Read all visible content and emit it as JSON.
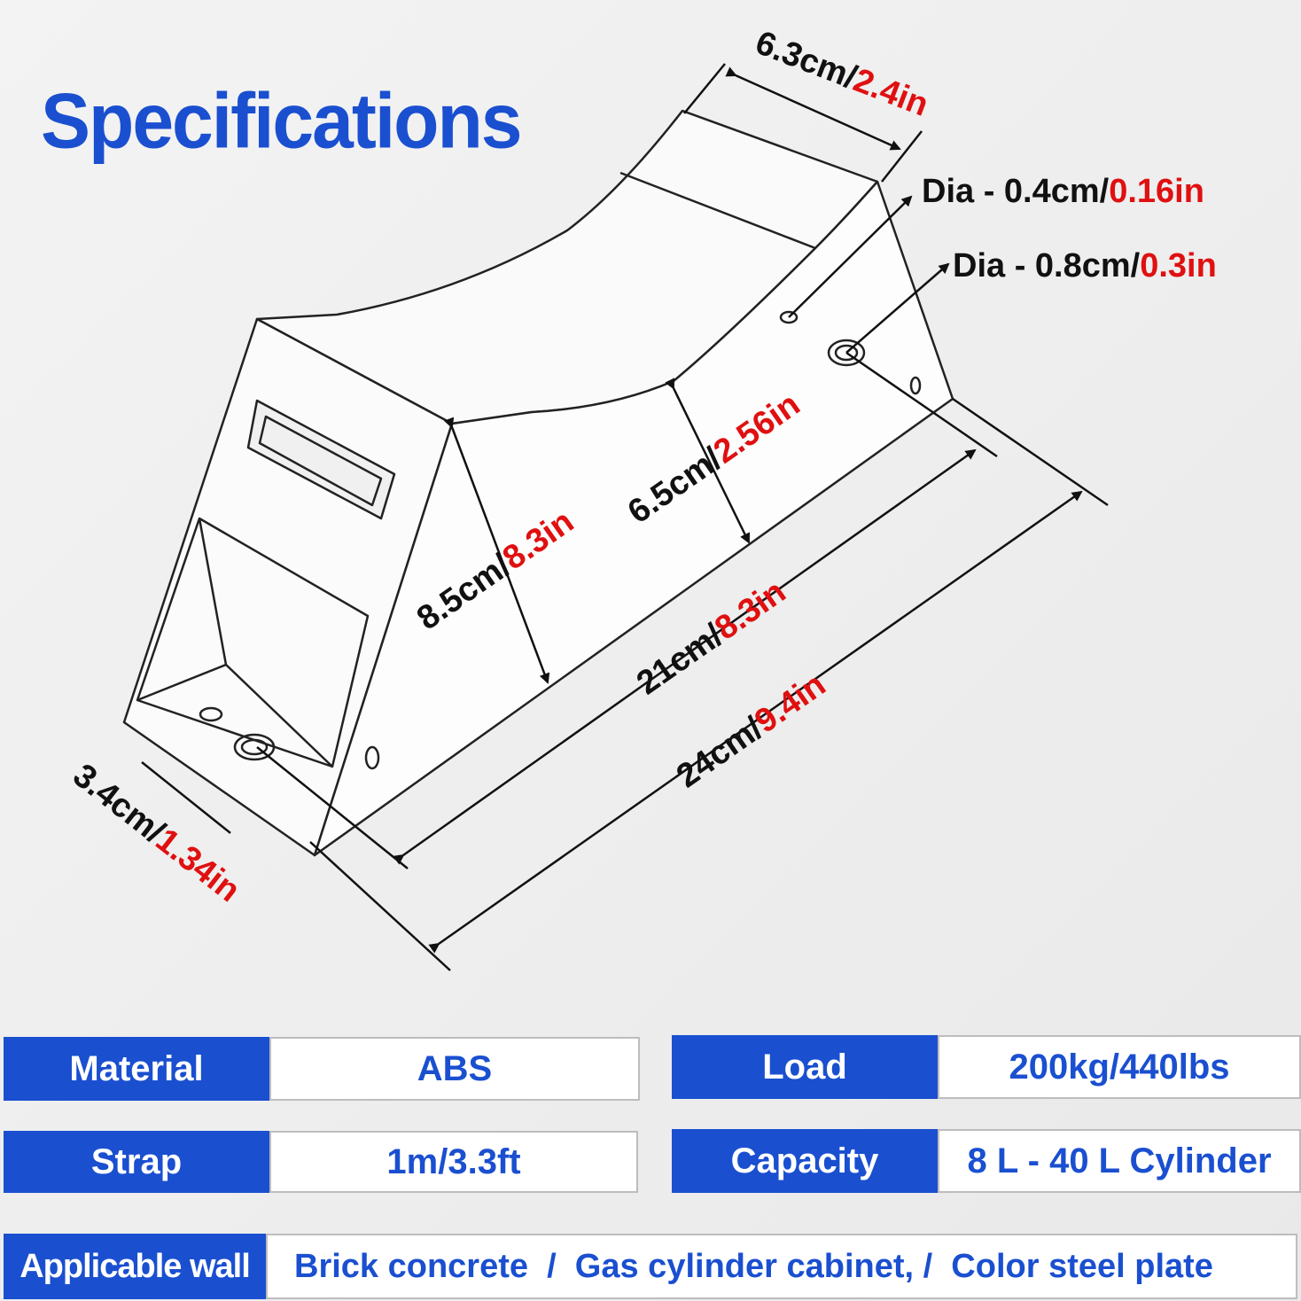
{
  "title": "Specifications",
  "dimensions": {
    "top_width": {
      "cm": "6.3cm/",
      "in": "2.4in"
    },
    "hole_small": {
      "cm": "Dia - 0.4cm/",
      "in": "0.16in"
    },
    "hole_large": {
      "cm": "Dia - 0.8cm/",
      "in": "0.3in"
    },
    "curve_depth": {
      "cm": "6.5cm/",
      "in": "2.56in"
    },
    "height": {
      "cm": "8.5cm/",
      "in": "8.3in"
    },
    "inner_length": {
      "cm": "21cm/",
      "in": "8.3in"
    },
    "total_length": {
      "cm": "24cm/",
      "in": "9.4in"
    },
    "base_lip": {
      "cm": "3.4cm/",
      "in": "1.34in"
    }
  },
  "specs": {
    "material": {
      "key": "Material",
      "value": "ABS"
    },
    "load": {
      "key": "Load",
      "value": "200kg/440lbs"
    },
    "strap": {
      "key": "Strap",
      "value": "1m/3.3ft"
    },
    "capacity": {
      "key": "Capacity",
      "value": "8 L - 40 L Cylinder"
    },
    "wall": {
      "key": "Applicable wall",
      "value": "Brick concrete  /  Gas cylinder cabinet, /  Color steel plate"
    }
  },
  "colors": {
    "accent": "#1a4fd0",
    "highlight": "#e01010"
  }
}
